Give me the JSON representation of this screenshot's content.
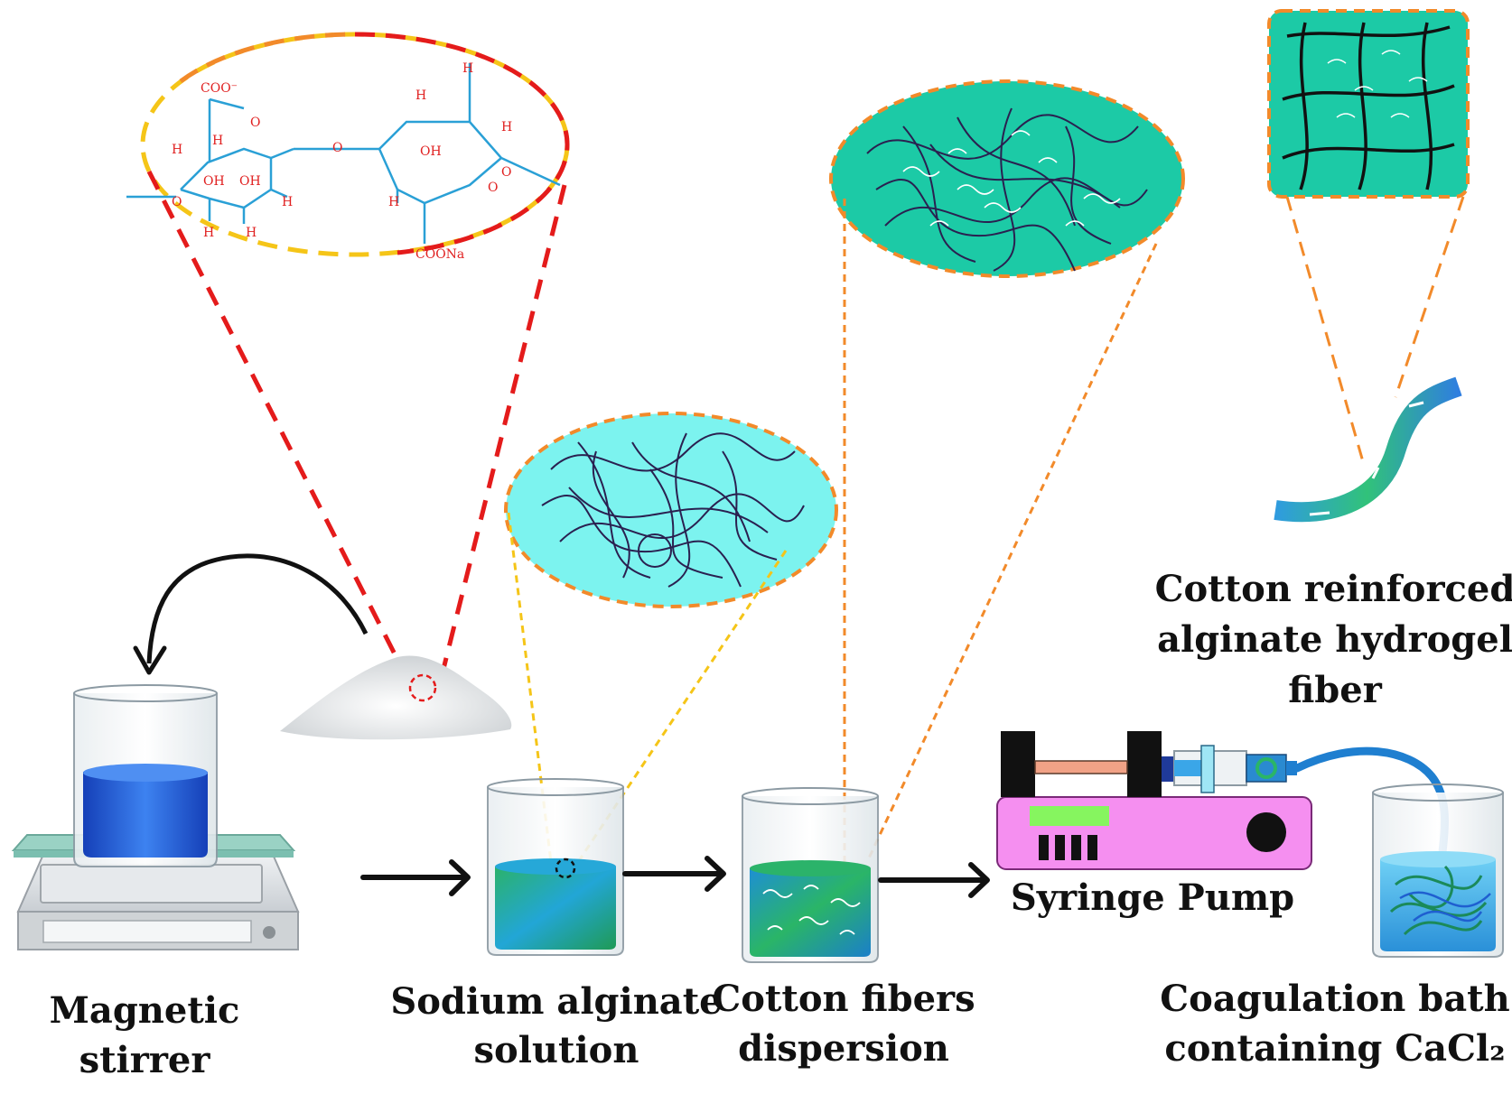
{
  "labels": {
    "magnetic_stirrer": [
      "Magnetic",
      "stirrer"
    ],
    "sodium_alginate": [
      "Sodium alginate",
      "solution"
    ],
    "cotton_dispersion": [
      "Cotton fibers",
      "dispersion"
    ],
    "syringe_pump": "Syringe Pump",
    "coagulation_bath": [
      "Coagulation bath",
      "containing CaCl₂"
    ],
    "reinforced_fiber": [
      "Cotton reinforced",
      "alginate hydrogel",
      "fiber"
    ]
  },
  "chemical_structure": {
    "groups": {
      "coo_minus": "COO⁻",
      "coona": "COONa",
      "oh": "OH",
      "o": "O",
      "h": "H"
    }
  },
  "colors": {
    "solution_blue": "#1f5fd0",
    "alginate_green": "#2ea06a",
    "zoom_cyan": "#7cf3ef",
    "zoom_teal": "#1ccaa6",
    "pump_pink": "#f58ff0",
    "pump_green": "#86f55f",
    "dash_red": "#e41b1b",
    "dash_orange": "#f28a2a",
    "dash_yellow": "#f5c518",
    "chem_blue": "#2aa0d6",
    "chem_red": "#e02020"
  }
}
